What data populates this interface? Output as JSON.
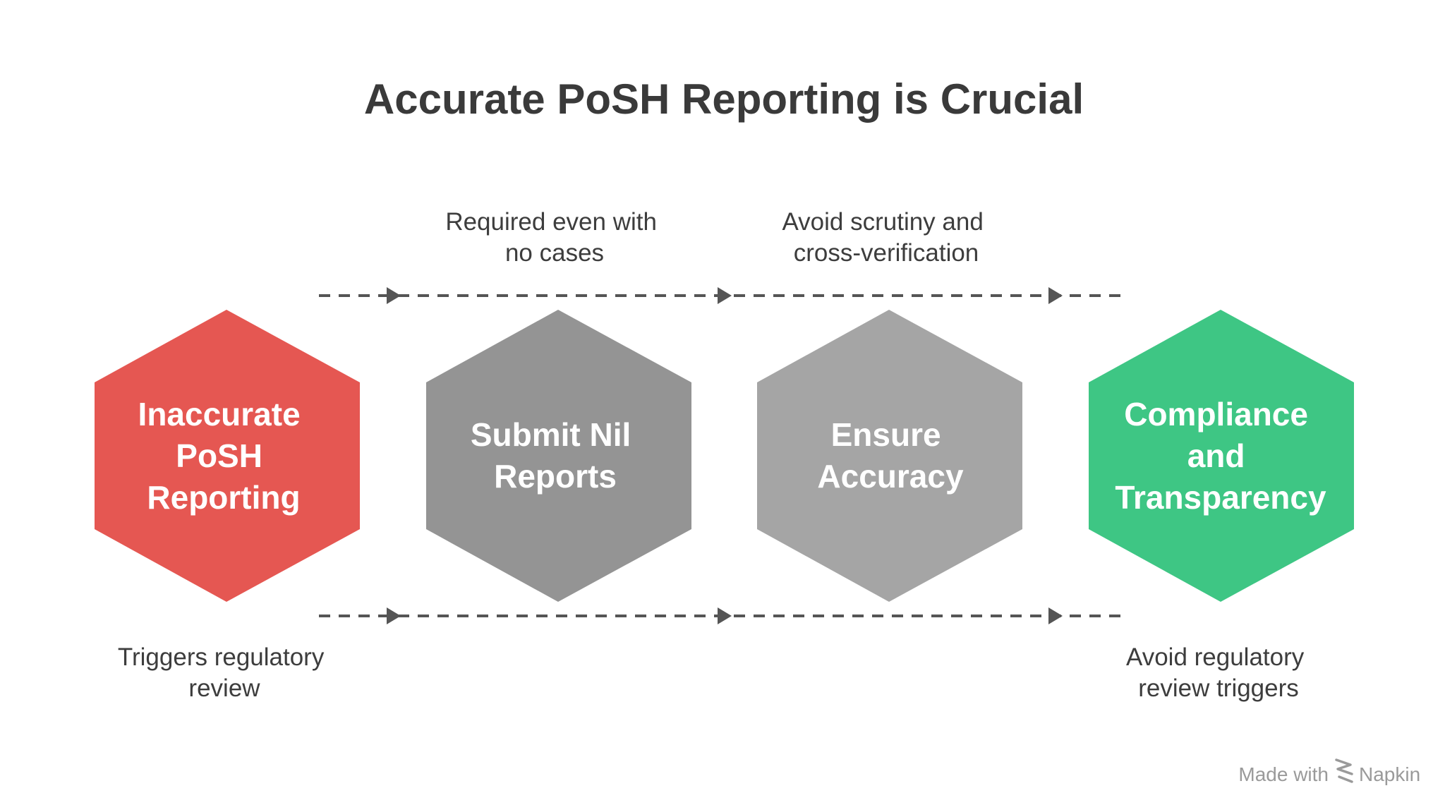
{
  "title": "Accurate PoSH Reporting is Crucial",
  "steps": [
    {
      "lines": [
        "Inaccurate",
        "PoSH",
        "Reporting"
      ],
      "color": "#e55752"
    },
    {
      "lines": [
        "Submit Nil",
        "Reports"
      ],
      "color": "#949494"
    },
    {
      "lines": [
        "Ensure",
        "Accuracy"
      ],
      "color": "#a5a5a5"
    },
    {
      "lines": [
        "Compliance",
        "and",
        "Transparency"
      ],
      "color": "#3ec684"
    }
  ],
  "top_captions": [
    {
      "lines": [
        "Required even with",
        "no cases"
      ]
    },
    {
      "lines": [
        "Avoid scrutiny and",
        "cross-verification"
      ]
    }
  ],
  "bottom_captions": [
    {
      "lines": [
        "Triggers regulatory",
        "review"
      ]
    },
    {
      "lines": [
        "Avoid regulatory",
        "review triggers"
      ]
    }
  ],
  "branding": {
    "made_with": "Made with",
    "brand_name": "Napkin",
    "icon": "napkin-logo-icon",
    "color": "#9a9a9a"
  },
  "connector_color": "#555555"
}
